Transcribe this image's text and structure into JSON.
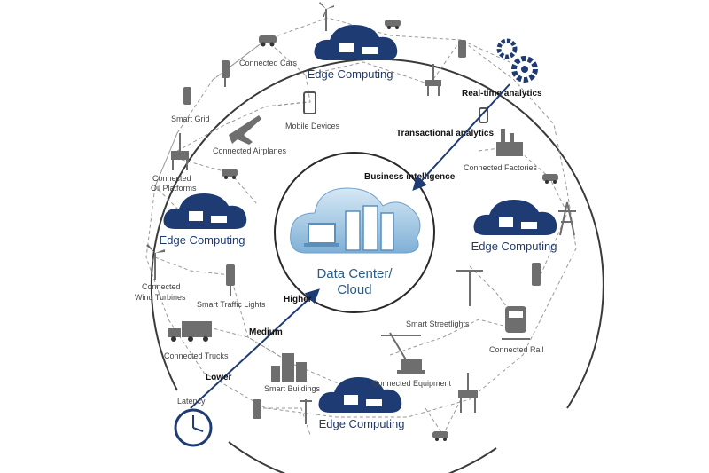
{
  "center": {
    "line1": "Data Center/",
    "line2": "Cloud"
  },
  "edge_nodes": [
    {
      "id": "top",
      "label": "Edge Computing"
    },
    {
      "id": "left",
      "label": "Edge Computing"
    },
    {
      "id": "right",
      "label": "Edge Computing"
    },
    {
      "id": "bottom",
      "label": "Edge Computing"
    }
  ],
  "devices": {
    "connected_cars": "Connected Cars",
    "mobile_devices": "Mobile Devices",
    "smart_grid": "Smart Grid",
    "connected_airplanes": "Connected Airplanes",
    "connected_oil_platforms_1": "Connected",
    "connected_oil_platforms_2": "Oil Platforms",
    "connected_wind_turbines_1": "Connected",
    "connected_wind_turbines_2": "Wind Turbines",
    "smart_traffic_lights": "Smart Traffic Lights",
    "connected_trucks": "Connected Trucks",
    "smart_buildings": "Smart Buildings",
    "connected_equipment": "Connected Equipment",
    "smart_streetlights": "Smart Streetlights",
    "connected_rail": "Connected Rail",
    "connected_factories": "Connected Factories"
  },
  "analytics": {
    "realtime": "Real-time analytics",
    "transactional": "Transactional analytics",
    "business": "Business intelligence"
  },
  "latency": {
    "title": "Latency",
    "lower": "Lower",
    "medium": "Medium",
    "higher": "Higher"
  },
  "colors": {
    "navy": "#1f3b73",
    "cloud_light": "#a9cbe6",
    "gray": "#6e6e6e"
  }
}
